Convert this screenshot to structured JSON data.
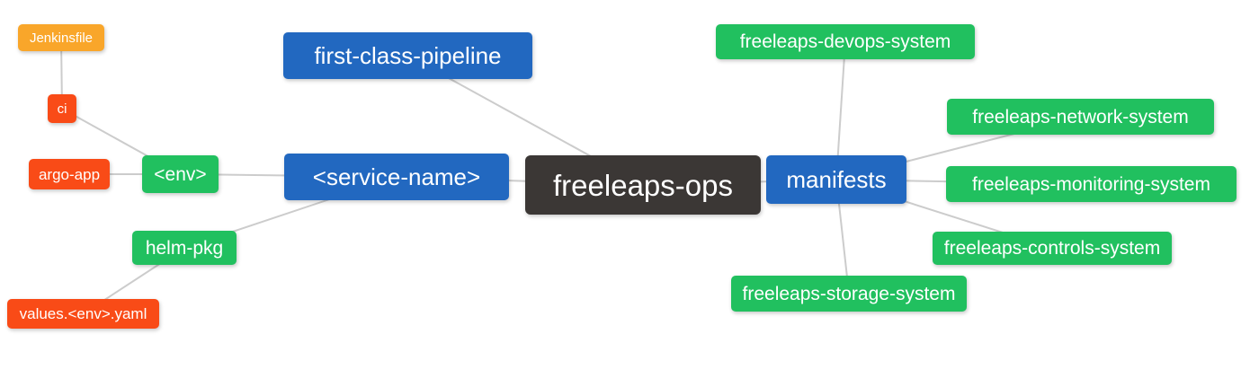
{
  "diagram": {
    "type": "mindmap",
    "background": "#ffffff",
    "link_color": "#cccccc",
    "text_color": "#ffffff"
  },
  "palette": {
    "blue": "#2268c0",
    "green": "#21c05f",
    "orange": "#f9a62a",
    "red": "#f94b17",
    "dark": "#3b3735"
  },
  "nodes": {
    "jenkinsfile": {
      "label": "Jenkinsfile"
    },
    "ci": {
      "label": "ci"
    },
    "argo_app": {
      "label": "argo-app"
    },
    "env": {
      "label": "<env>"
    },
    "helm_pkg": {
      "label": "helm-pkg"
    },
    "values_env_yaml": {
      "label": "values.<env>.yaml"
    },
    "first_class_pipeline": {
      "label": "first-class-pipeline"
    },
    "service_name": {
      "label": "<service-name>"
    },
    "freeleaps_ops": {
      "label": "freeleaps-ops"
    },
    "manifests": {
      "label": "manifests"
    },
    "devops_system": {
      "label": "freeleaps-devops-system"
    },
    "network_system": {
      "label": "freeleaps-network-system"
    },
    "monitoring_system": {
      "label": "freeleaps-monitoring-system"
    },
    "controls_system": {
      "label": "freeleaps-controls-system"
    },
    "storage_system": {
      "label": "freeleaps-storage-system"
    }
  },
  "edges": [
    [
      "jenkinsfile",
      "ci"
    ],
    [
      "ci",
      "env"
    ],
    [
      "argo_app",
      "env"
    ],
    [
      "env",
      "service_name"
    ],
    [
      "helm_pkg",
      "service_name"
    ],
    [
      "values_env_yaml",
      "helm_pkg"
    ],
    [
      "first_class_pipeline",
      "freeleaps_ops"
    ],
    [
      "service_name",
      "freeleaps_ops"
    ],
    [
      "freeleaps_ops",
      "manifests"
    ],
    [
      "manifests",
      "devops_system"
    ],
    [
      "manifests",
      "network_system"
    ],
    [
      "manifests",
      "monitoring_system"
    ],
    [
      "manifests",
      "controls_system"
    ],
    [
      "manifests",
      "storage_system"
    ]
  ]
}
